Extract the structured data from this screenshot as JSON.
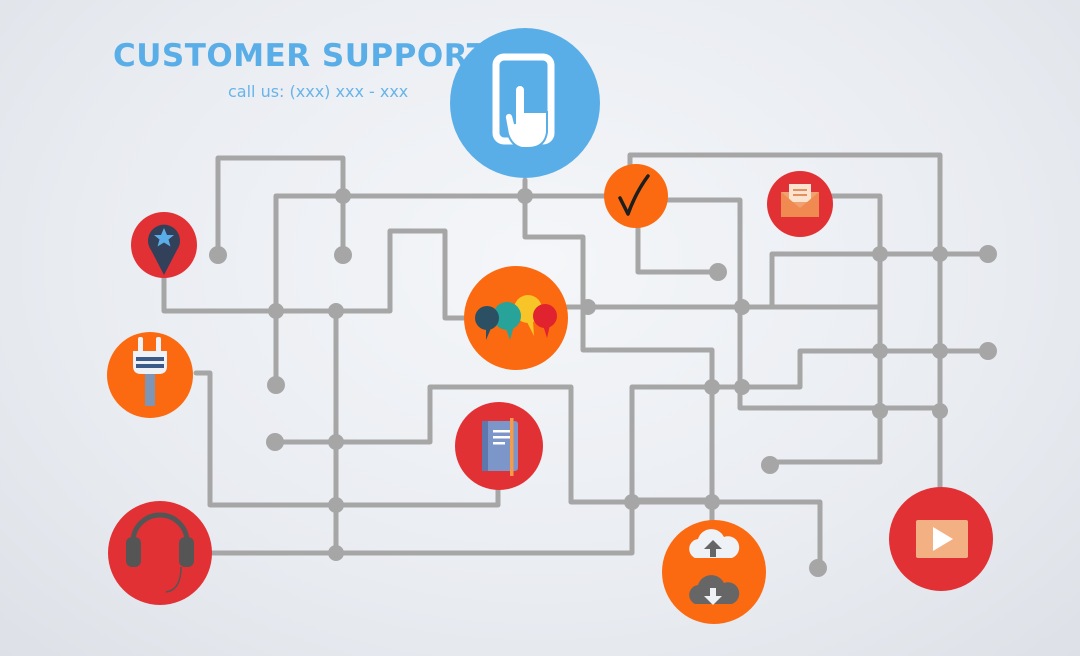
{
  "header": {
    "title": "CUSTOMER SUPPORT",
    "phone": "call us: (xxx) xxx - xxx"
  },
  "colors": {
    "red": "#e23134",
    "orange": "#fb6a11",
    "blue": "#5aaee8",
    "line": "#a6a6a6"
  },
  "icons": [
    {
      "name": "touch-screen-icon",
      "color": "blue"
    },
    {
      "name": "map-pin-icon",
      "color": "red"
    },
    {
      "name": "checkmark-icon",
      "color": "orange"
    },
    {
      "name": "envelope-icon",
      "color": "red"
    },
    {
      "name": "chat-bubbles-icon",
      "color": "orange"
    },
    {
      "name": "power-plug-icon",
      "color": "orange"
    },
    {
      "name": "notebook-icon",
      "color": "red"
    },
    {
      "name": "headphones-icon",
      "color": "red"
    },
    {
      "name": "cloud-upload-download-icon",
      "color": "orange"
    },
    {
      "name": "play-button-icon",
      "color": "red"
    }
  ]
}
